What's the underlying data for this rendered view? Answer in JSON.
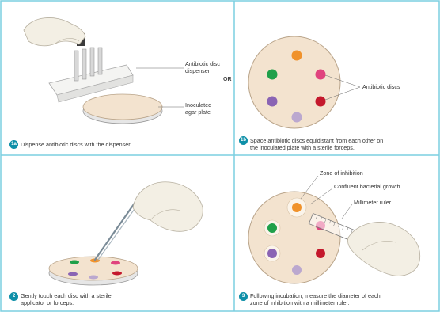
{
  "panels": {
    "p1a": {
      "step": "1a",
      "caption": "Dispense antibiotic discs with the dispenser.",
      "labels": {
        "dispenser": [
          "Antibiotic disc",
          "dispenser"
        ],
        "plate": [
          "Inoculated",
          "agar plate"
        ]
      }
    },
    "p1b": {
      "step": "1b",
      "caption": [
        "Space antibiotic discs equidistant from each other on",
        "the inoculated plate with a sterile forceps."
      ],
      "labels": {
        "discs": "Antibiotic discs"
      }
    },
    "p2": {
      "step": "2",
      "caption": [
        "Gently touch each disc with a sterile",
        "applicator or forceps."
      ]
    },
    "p3": {
      "step": "3",
      "caption": [
        "Following incubation, measure the diameter of each",
        "zone of inhibition with a millimeter ruler."
      ],
      "labels": {
        "zone": "Zone of inhibition",
        "growth": "Confluent bacterial growth",
        "ruler": "Millimeter ruler"
      }
    }
  },
  "or_label": "OR",
  "colors": {
    "frame": "#7ccfe0",
    "agar": "#f3e3cf",
    "badge": "#0e8fa8",
    "disc_orange": "#f0922b",
    "disc_pink": "#e0437e",
    "disc_red": "#c4182c",
    "disc_lavender": "#bba8cf",
    "disc_purple": "#8a64b4",
    "disc_green": "#1fa04a"
  }
}
